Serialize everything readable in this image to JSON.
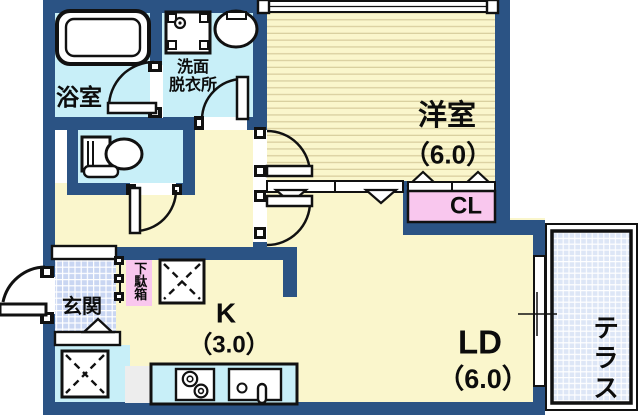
{
  "rooms": {
    "bathroom": {
      "label": "浴室"
    },
    "washroom": {
      "label_line1": "洗面",
      "label_line2": "脱衣所"
    },
    "western_room": {
      "label": "洋室",
      "size": "（6.0）"
    },
    "closet": {
      "label": "CL"
    },
    "entrance": {
      "label": "玄関"
    },
    "shoe_cabinet": {
      "label": "下駄箱"
    },
    "kitchen": {
      "label": "K",
      "size": "（3.0）"
    },
    "living_dining": {
      "label": "LD",
      "size": "（6.0）"
    },
    "terrace": {
      "label": "テラス"
    }
  },
  "colors": {
    "wall_navy": "#2b5384",
    "floor_cream": "#faf6cc",
    "wet_area_cyan": "#c8eff8",
    "entrance_grid": "#c9d6f2",
    "terrace_grid": "#dde6f6",
    "closet_pink": "#f9c7ee",
    "stripe_tan": "#d9cfa0",
    "line_black": "#111111"
  }
}
